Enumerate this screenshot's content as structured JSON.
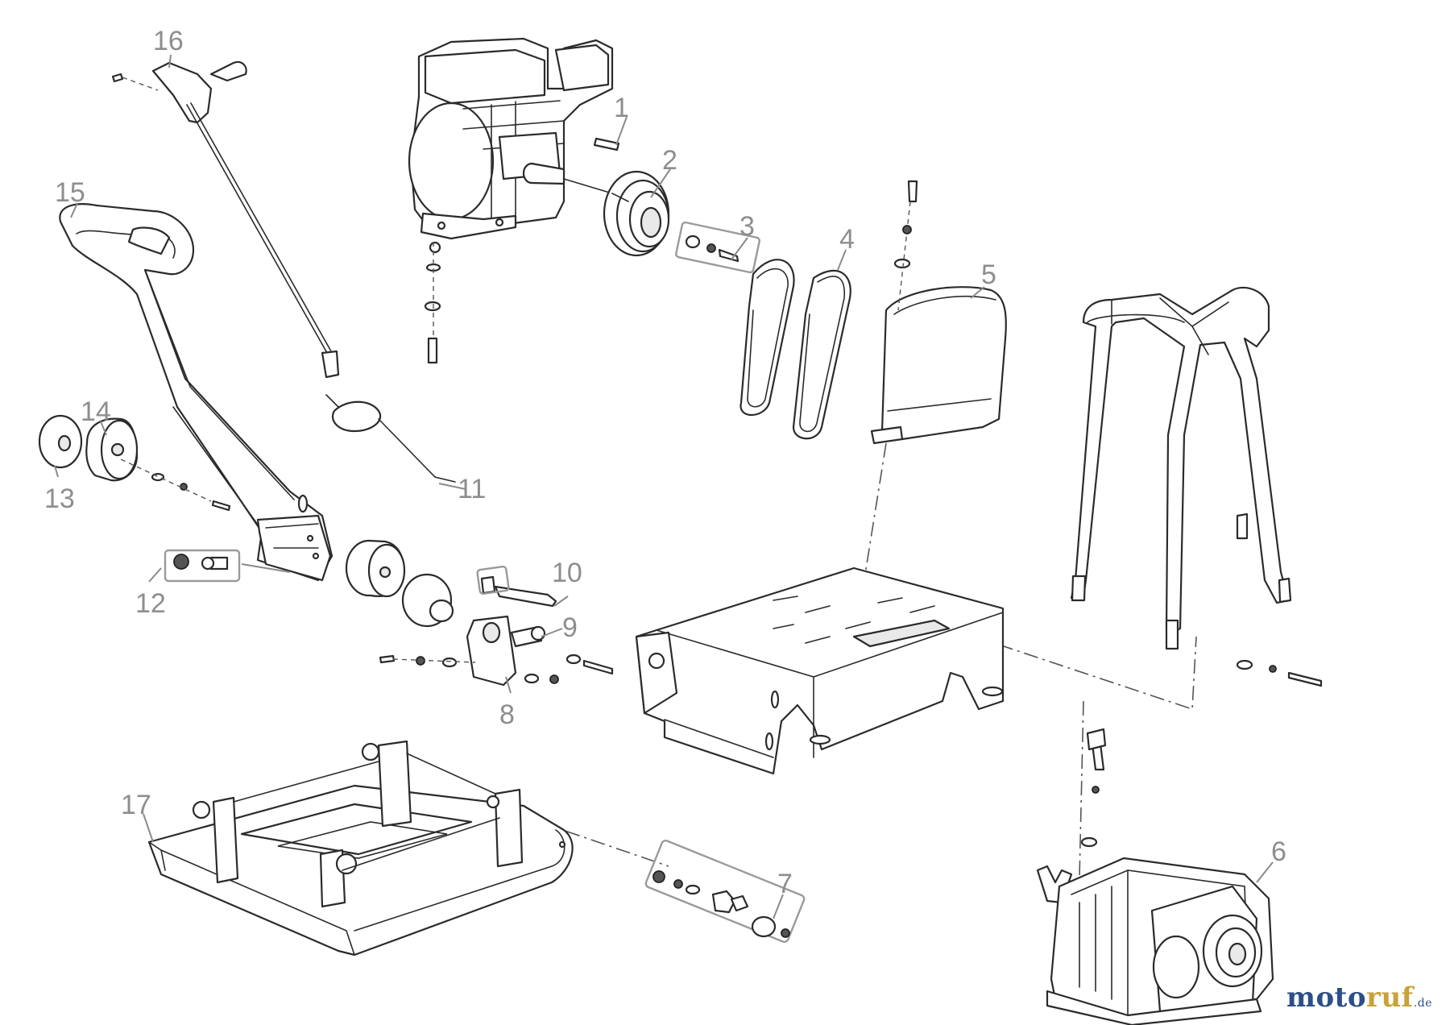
{
  "diagram": {
    "callouts": [
      {
        "id": "1",
        "text": "1"
      },
      {
        "id": "2",
        "text": "2"
      },
      {
        "id": "3",
        "text": "3"
      },
      {
        "id": "4",
        "text": "4"
      },
      {
        "id": "5",
        "text": "5"
      },
      {
        "id": "6",
        "text": "6"
      },
      {
        "id": "7",
        "text": "7"
      },
      {
        "id": "8",
        "text": "8"
      },
      {
        "id": "9",
        "text": "9"
      },
      {
        "id": "10",
        "text": "10"
      },
      {
        "id": "11",
        "text": "11"
      },
      {
        "id": "12",
        "text": "12"
      },
      {
        "id": "13",
        "text": "13"
      },
      {
        "id": "14",
        "text": "14"
      },
      {
        "id": "15",
        "text": "15"
      },
      {
        "id": "16",
        "text": "16"
      },
      {
        "id": "17",
        "text": "17"
      }
    ]
  },
  "watermark": {
    "part_a": "moto",
    "part_b": "ruf",
    "part_c": ".de",
    "colors": {
      "blue": "#2c4f86",
      "gold": "#c8a23a"
    }
  }
}
